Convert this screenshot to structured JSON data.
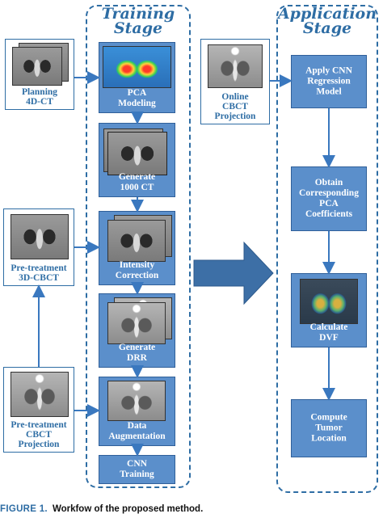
{
  "training": {
    "title_line1": "Training",
    "title_line2": "Stage",
    "steps": [
      {
        "line1": "PCA",
        "line2": "Modeling"
      },
      {
        "line1": "Generate",
        "line2": "1000 CT"
      },
      {
        "line1": "Intensity",
        "line2": "Correction"
      },
      {
        "line1": "Generate",
        "line2": "DRR"
      },
      {
        "line1": "Data",
        "line2": "Augmentation"
      },
      {
        "line1": "CNN",
        "line2": "Training"
      }
    ]
  },
  "application": {
    "title_line1": "Application",
    "title_line2": "Stage",
    "steps": [
      {
        "lines": [
          "Apply CNN",
          "Regression",
          "Model"
        ]
      },
      {
        "lines": [
          "Obtain",
          "Corresponding",
          "PCA",
          "Coefficients"
        ]
      },
      {
        "lines": [
          "Calculate",
          "DVF"
        ]
      },
      {
        "lines": [
          "Compute",
          "Tumor",
          "Location"
        ]
      }
    ]
  },
  "inputs": {
    "planning": {
      "line1": "Planning",
      "line2": "4D-CT"
    },
    "pretreatment_cbct": {
      "line1": "Pre-treatment",
      "line2": "3D-CBCT"
    },
    "pretreatment_projection": {
      "line1": "Pre-treatment",
      "line2": "CBCT",
      "line3": "Projection"
    },
    "online_projection": {
      "line1": "Online",
      "line2": "CBCT",
      "line3": "Projection"
    }
  },
  "caption": {
    "label": "FIGURE 1.",
    "text": "Workfow of the proposed method."
  },
  "colors": {
    "accent": "#2e6da4",
    "box_fill": "#5b8fcb",
    "arrow": "#3a78bf"
  }
}
